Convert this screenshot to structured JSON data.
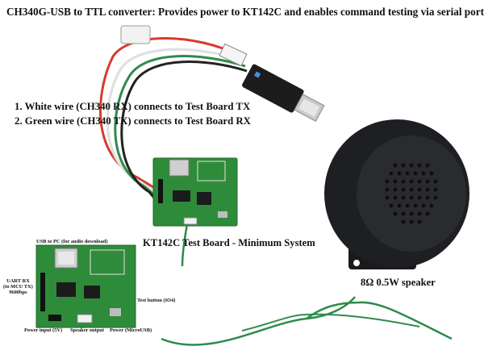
{
  "title": "CH340G-USB to TTL converter: Provides power to KT142C and enables command testing via serial port",
  "notes": [
    "1. White wire (CH340 RX) connects to Test Board TX",
    "2. Green wire (CH340 TX) connects to Test Board RX"
  ],
  "board_caption": "KT142C Test Board - Minimum System",
  "speaker_caption": "8Ω 0.5W speaker",
  "labels": {
    "usb_to_pc": "USB to PC (for audio download)",
    "uart_rx": [
      "UART RX",
      "(to MCU TX)",
      "9600bps"
    ],
    "test_button": "Test button (IO4)",
    "power_input": "Power input (5V)",
    "speaker_output": "Speaker output",
    "power_microusb": "Power (MicroUSB)"
  },
  "colors": {
    "pcb_green": "#2e8b3a",
    "wire_red": "#d83a2e",
    "wire_green": "#2f8a4a",
    "wire_white": "#e9e9e9",
    "wire_black": "#222222",
    "speaker_body": "#1e1f22"
  }
}
